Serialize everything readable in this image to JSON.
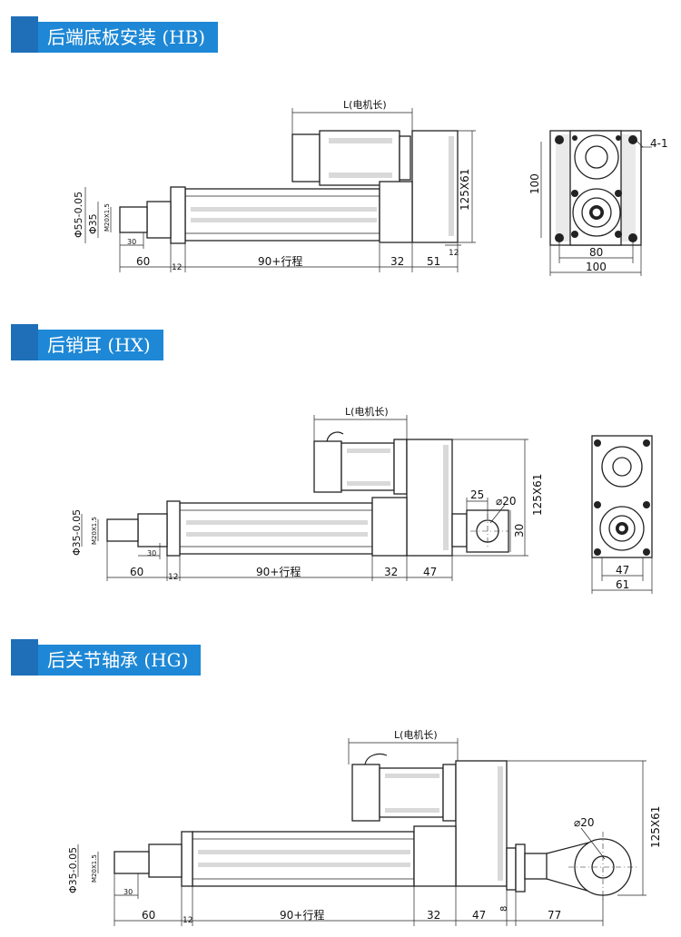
{
  "sections": [
    {
      "title": "后端底板安装 (HB)",
      "motor_length_label": "L(电机长)",
      "dims_bottom": [
        "60",
        "12",
        "90+行程",
        "32",
        "51"
      ],
      "dim_small_12": "12",
      "dim_30": "30",
      "dim_height": "125X61",
      "dim_d55": "Φ55-0.05",
      "dim_d35": "Φ35",
      "dim_thread": "M20X1.5",
      "end_view": {
        "dim_holes": "4-1",
        "dim_side": "100",
        "dim_inner": "80",
        "dim_outer": "100"
      }
    },
    {
      "title": "后销耳 (HX)",
      "motor_length_label": "L(电机长)",
      "dims_bottom": [
        "60",
        "12",
        "90+行程",
        "32",
        "47"
      ],
      "dim_30": "30",
      "dim_height": "125X61",
      "dim_d35": "Φ35-0.05",
      "dim_thread": "M20X1.5",
      "dim_pin_25": "25",
      "dim_pin_hole": "⌀20",
      "dim_pin_30": "30",
      "end_view": {
        "dim_inner": "47",
        "dim_outer": "61"
      }
    },
    {
      "title": "后关节轴承 (HG)",
      "motor_length_label": "L(电机长)",
      "dims_bottom": [
        "60",
        "12",
        "90+行程",
        "32",
        "47",
        "8",
        "77"
      ],
      "dim_30": "30",
      "dim_height": "125X61",
      "dim_d35": "Φ35-0.05",
      "dim_thread": "M20X1.5",
      "dim_bearing_hole": "⌀20"
    }
  ]
}
